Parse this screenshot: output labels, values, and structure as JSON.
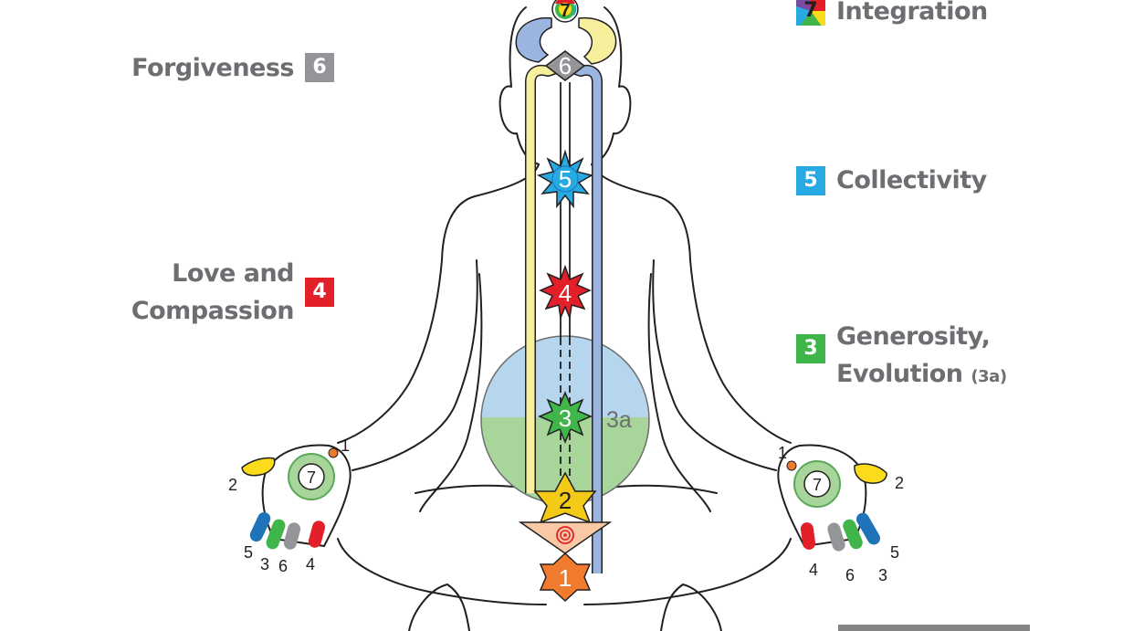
{
  "qualities": {
    "integration": {
      "label": "Integration",
      "badge": "7"
    },
    "forgiveness": {
      "label": "Forgiveness",
      "badge": "6"
    },
    "collectivity": {
      "label": "Collectivity",
      "badge": "5"
    },
    "love": {
      "line1": "Love and",
      "line2": "Compassion",
      "badge": "4"
    },
    "generosity": {
      "line1": "Generosity,",
      "line2": "Evolution",
      "sub": "(3a)",
      "badge": "3"
    }
  },
  "chakras": {
    "c1": "1",
    "c2": "2",
    "c3": "3",
    "c4": "4",
    "c5": "5",
    "c6": "6",
    "c7": "7",
    "void_label": "3a"
  },
  "hands": {
    "left": {
      "centre": "7",
      "thumb": "1",
      "index": "2",
      "middle": "5",
      "ring": "3",
      "ring2": "6",
      "little": "4"
    },
    "right": {
      "centre": "7",
      "thumb": "1",
      "index": "2",
      "middle": "5",
      "ring": "3",
      "ring2": "6",
      "little": "4"
    }
  },
  "colors": {
    "label_gray": "#6d6e71",
    "badge_gray": "#939598",
    "badge_blue": "#27a9e1",
    "badge_red": "#e3202a",
    "badge_green": "#3fb54a",
    "ida_yellow": "#f6ef9b",
    "pingala_blue": "#9ab6e0",
    "void_blue": "#b5d6ec",
    "void_green": "#a8d69a",
    "mooladhara_orange": "#f07b2c",
    "swadisthan_yellow": "#f3cb17",
    "kundalini_peach": "#f9c8a4"
  }
}
